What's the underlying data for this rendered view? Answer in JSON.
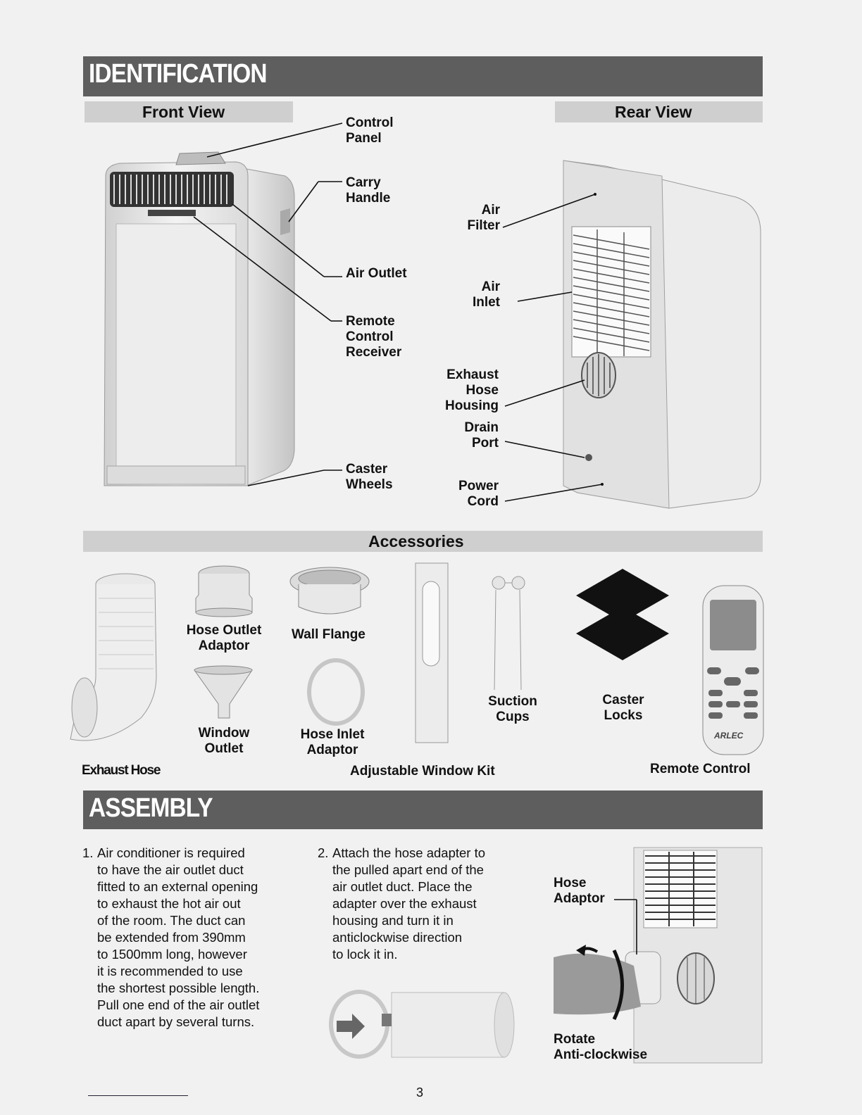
{
  "identification": {
    "title": "IDENTIFICATION",
    "front_view_title": "Front View",
    "rear_view_title": "Rear View",
    "front_labels": {
      "control_panel": "Control\nPanel",
      "carry_handle": "Carry\nHandle",
      "air_outlet": "Air Outlet",
      "remote_receiver": "Remote\nControl\nReceiver",
      "caster_wheels": "Caster\nWheels"
    },
    "rear_labels": {
      "air_filter": "Air\nFilter",
      "air_inlet": "Air\nInlet",
      "exhaust_housing": "Exhaust\nHose\nHousing",
      "drain_port": "Drain\nPort",
      "power_cord": "Power\nCord"
    }
  },
  "accessories": {
    "title": "Accessories",
    "items": {
      "exhaust_hose": "Exhaust Hose",
      "hose_outlet_adaptor": "Hose Outlet\nAdaptor",
      "wall_flange": "Wall Flange",
      "window_outlet": "Window\nOutlet",
      "hose_inlet_adaptor": "Hose Inlet\nAdaptor",
      "window_kit": "Adjustable Window Kit",
      "suction_cups": "Suction\nCups",
      "caster_locks": "Caster\nLocks",
      "remote_control": "Remote Control"
    },
    "remote_brand": "ARLEC"
  },
  "assembly": {
    "title": "ASSEMBLY",
    "step1_num": "1.",
    "step1_text": "Air conditioner is required\nto have the air outlet duct\nfitted to an external opening\nto exhaust the hot air out\nof the room. The duct can\nbe extended from 390mm\nto 1500mm long, however\nit is recommended to use\nthe shortest possible length.\nPull one end of the air outlet\nduct apart by several turns.",
    "step2_num": "2.",
    "step2_text": "Attach the hose adapter to\nthe pulled apart end of the\nair outlet duct. Place the\nadapter over the exhaust\nhousing and turn it in\nanticlockwise direction\nto lock it in.",
    "hose_adaptor_label": "Hose\nAdaptor",
    "rotate_label": "Rotate\nAnti-clockwise"
  },
  "page_number": "3"
}
